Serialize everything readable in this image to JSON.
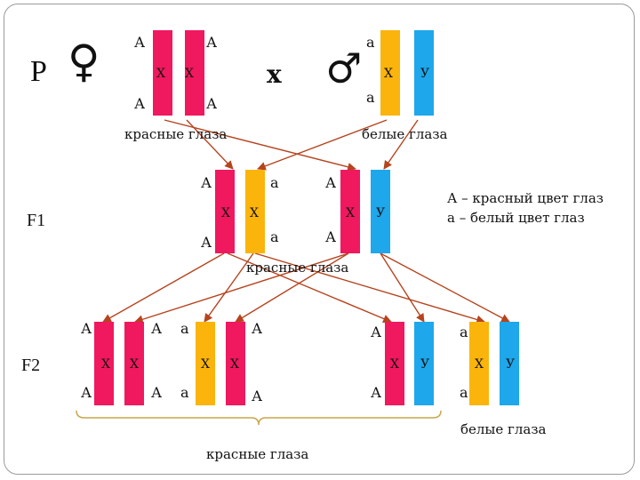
{
  "parents": {
    "generation_label": "P",
    "female_symbol": "♀",
    "male_symbol": "♂",
    "cross_symbol": "x",
    "female": {
      "allele_top_1": "А",
      "allele_top_2": "А",
      "allele_bottom_1": "А",
      "allele_bottom_2": "А",
      "chrom_1": "Х",
      "chrom_2": "Х",
      "phenotype": "красные глаза"
    },
    "male": {
      "allele_top": "а",
      "allele_bottom": "а",
      "chrom_x": "Х",
      "chrom_y": "У",
      "phenotype": "белые глаза"
    }
  },
  "f1": {
    "generation_label": "F1",
    "female": {
      "allele_top_1": "А",
      "allele_top_2": "а",
      "allele_bottom_1": "А",
      "allele_bottom_2": "а",
      "chrom_1": "Х",
      "chrom_2": "Х"
    },
    "male": {
      "allele_top": "А",
      "allele_bottom": "А",
      "chrom_x": "Х",
      "chrom_y": "У"
    },
    "phenotype": "красные глаза"
  },
  "legend": {
    "line1": "А – красный цвет глаз",
    "line2": "а – белый цвет глаз"
  },
  "f2": {
    "generation_label": "F2",
    "g1": {
      "allele_top_1": "А",
      "allele_top_2": "А",
      "allele_bottom_1": "А",
      "allele_bottom_2": "А",
      "chrom_1": "Х",
      "chrom_2": "Х"
    },
    "g2": {
      "allele_top_1": "а",
      "allele_top_2": "А",
      "allele_bottom_1": "а",
      "allele_bottom_2": "А",
      "chrom_1": "Х",
      "chrom_2": "Х"
    },
    "g3": {
      "allele_top": "А",
      "allele_bottom": "А",
      "chrom_x": "Х",
      "chrom_y": "У"
    },
    "g4": {
      "allele_top": "а",
      "allele_bottom": "а",
      "chrom_x": "Х",
      "chrom_y": "У"
    },
    "phenotype_red": "красные глаза",
    "phenotype_white": "белые глаза"
  },
  "colors": {
    "dominant_chromosome": "#f0185e",
    "recessive_chromosome": "#fbb40b",
    "y_chromosome": "#1ea7ea",
    "arrow": "#b5441e",
    "bracket": "#c9a64b"
  }
}
